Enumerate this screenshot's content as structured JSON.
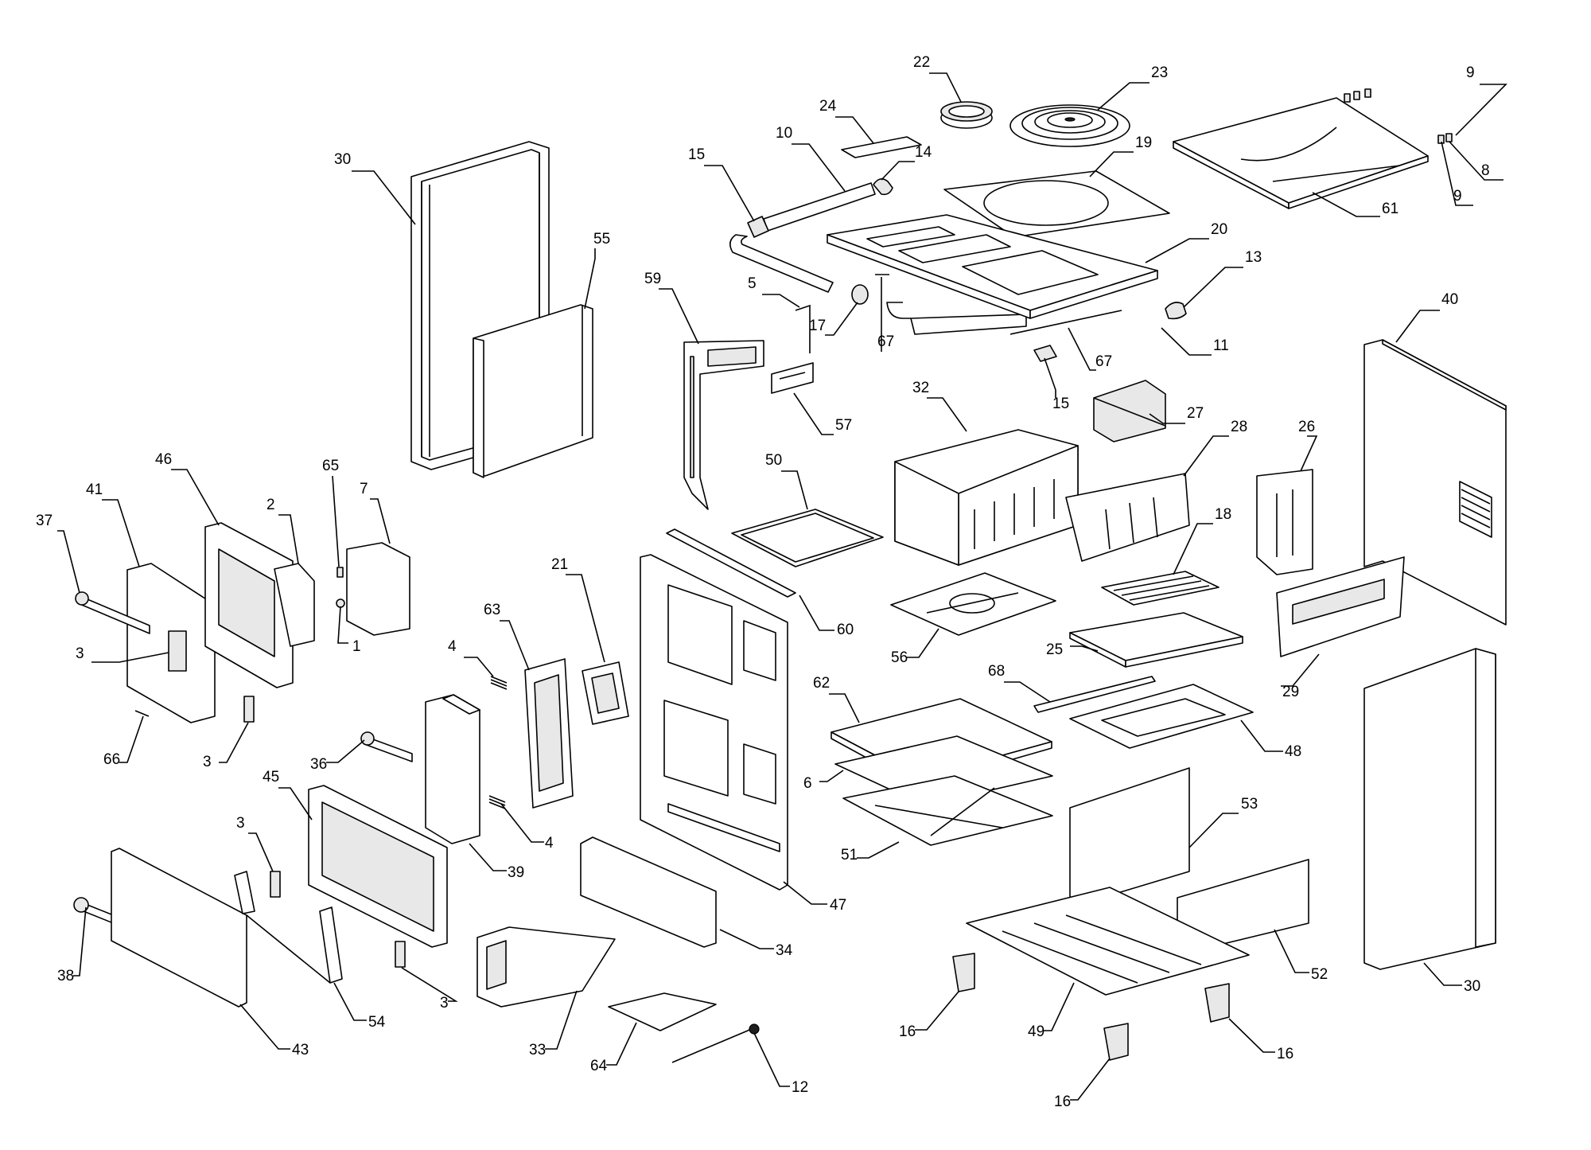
{
  "diagram": {
    "type": "exploded parts diagram",
    "callouts": [
      {
        "id": "c30a",
        "number": "30"
      },
      {
        "id": "c55",
        "number": "55"
      },
      {
        "id": "c22",
        "number": "22"
      },
      {
        "id": "c23",
        "number": "23"
      },
      {
        "id": "c24",
        "number": "24"
      },
      {
        "id": "c10",
        "number": "10"
      },
      {
        "id": "c14",
        "number": "14"
      },
      {
        "id": "c15a",
        "number": "15"
      },
      {
        "id": "c19",
        "number": "19"
      },
      {
        "id": "c9a",
        "number": "9"
      },
      {
        "id": "c8",
        "number": "8"
      },
      {
        "id": "c9b",
        "number": "9"
      },
      {
        "id": "c61",
        "number": "61"
      },
      {
        "id": "c20",
        "number": "20"
      },
      {
        "id": "c13",
        "number": "13"
      },
      {
        "id": "c59",
        "number": "59"
      },
      {
        "id": "c5",
        "number": "5"
      },
      {
        "id": "c17",
        "number": "17"
      },
      {
        "id": "c67a",
        "number": "67"
      },
      {
        "id": "c67b",
        "number": "67"
      },
      {
        "id": "c11",
        "number": "11"
      },
      {
        "id": "c15b",
        "number": "15"
      },
      {
        "id": "c57",
        "number": "57"
      },
      {
        "id": "c40",
        "number": "40"
      },
      {
        "id": "c32",
        "number": "32"
      },
      {
        "id": "c27",
        "number": "27"
      },
      {
        "id": "c28",
        "number": "28"
      },
      {
        "id": "c26",
        "number": "26"
      },
      {
        "id": "c46",
        "number": "46"
      },
      {
        "id": "c65",
        "number": "65"
      },
      {
        "id": "c41",
        "number": "41"
      },
      {
        "id": "c7",
        "number": "7"
      },
      {
        "id": "c37",
        "number": "37"
      },
      {
        "id": "c2",
        "number": "2"
      },
      {
        "id": "c50",
        "number": "50"
      },
      {
        "id": "c18",
        "number": "18"
      },
      {
        "id": "c1",
        "number": "1"
      },
      {
        "id": "c3a",
        "number": "3"
      },
      {
        "id": "c21",
        "number": "21"
      },
      {
        "id": "c63",
        "number": "63"
      },
      {
        "id": "c60",
        "number": "60"
      },
      {
        "id": "c56",
        "number": "56"
      },
      {
        "id": "c25",
        "number": "25"
      },
      {
        "id": "c29",
        "number": "29"
      },
      {
        "id": "c4a",
        "number": "4"
      },
      {
        "id": "c66",
        "number": "66"
      },
      {
        "id": "c3b",
        "number": "3"
      },
      {
        "id": "c62",
        "number": "62"
      },
      {
        "id": "c68",
        "number": "68"
      },
      {
        "id": "c48",
        "number": "48"
      },
      {
        "id": "c36",
        "number": "36"
      },
      {
        "id": "c45",
        "number": "45"
      },
      {
        "id": "c6",
        "number": "6"
      },
      {
        "id": "c3c",
        "number": "3"
      },
      {
        "id": "c4b",
        "number": "4"
      },
      {
        "id": "c39",
        "number": "39"
      },
      {
        "id": "c51",
        "number": "51"
      },
      {
        "id": "c53",
        "number": "53"
      },
      {
        "id": "c47",
        "number": "47"
      },
      {
        "id": "c34",
        "number": "34"
      },
      {
        "id": "c38",
        "number": "38"
      },
      {
        "id": "c3d",
        "number": "3"
      },
      {
        "id": "c54",
        "number": "54"
      },
      {
        "id": "c43",
        "number": "43"
      },
      {
        "id": "c33",
        "number": "33"
      },
      {
        "id": "c64",
        "number": "64"
      },
      {
        "id": "c12",
        "number": "12"
      },
      {
        "id": "c16a",
        "number": "16"
      },
      {
        "id": "c49",
        "number": "49"
      },
      {
        "id": "c16b",
        "number": "16"
      },
      {
        "id": "c16c",
        "number": "16"
      },
      {
        "id": "c52",
        "number": "52"
      },
      {
        "id": "c30b",
        "number": "30"
      }
    ]
  }
}
